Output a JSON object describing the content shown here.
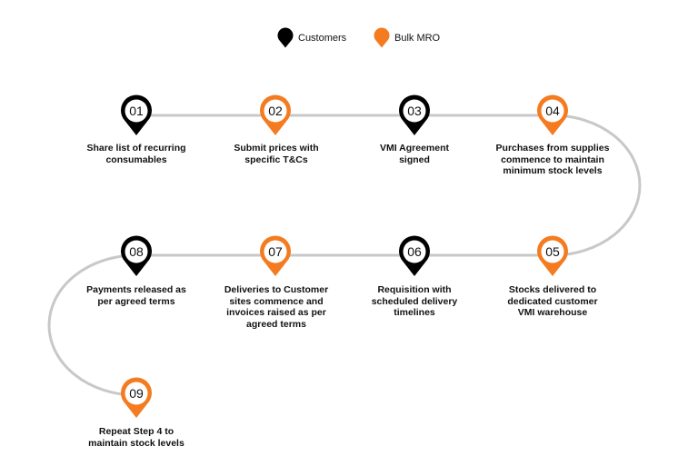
{
  "legend": {
    "customers": "Customers",
    "bulk_mro": "Bulk MRO"
  },
  "colors": {
    "customers": "#000000",
    "bulk_mro": "#f47b20",
    "connector": "#c8c8c8"
  },
  "steps": [
    {
      "num": "01",
      "owner": "customers",
      "lines": [
        "Share list of recurring",
        "consumables"
      ]
    },
    {
      "num": "02",
      "owner": "bulk_mro",
      "lines": [
        "Submit prices with",
        "specific T&Cs"
      ]
    },
    {
      "num": "03",
      "owner": "customers",
      "lines": [
        "VMI Agreement",
        "signed"
      ]
    },
    {
      "num": "04",
      "owner": "bulk_mro",
      "lines": [
        "Purchases from supplies",
        "commence to maintain",
        "minimum stock levels"
      ]
    },
    {
      "num": "05",
      "owner": "bulk_mro",
      "lines": [
        "Stocks delivered  to",
        "dedicated customer",
        "VMI warehouse"
      ]
    },
    {
      "num": "06",
      "owner": "customers",
      "lines": [
        "Requisition with",
        "scheduled delivery",
        "timelines"
      ]
    },
    {
      "num": "07",
      "owner": "bulk_mro",
      "lines": [
        "Deliveries to Customer",
        "sites commence and",
        "invoices raised as per",
        "agreed terms"
      ]
    },
    {
      "num": "08",
      "owner": "customers",
      "lines": [
        "Payments released as",
        "per agreed terms"
      ]
    },
    {
      "num": "09",
      "owner": "bulk_mro",
      "lines": [
        "Repeat Step 4 to",
        "maintain stock levels"
      ]
    }
  ]
}
